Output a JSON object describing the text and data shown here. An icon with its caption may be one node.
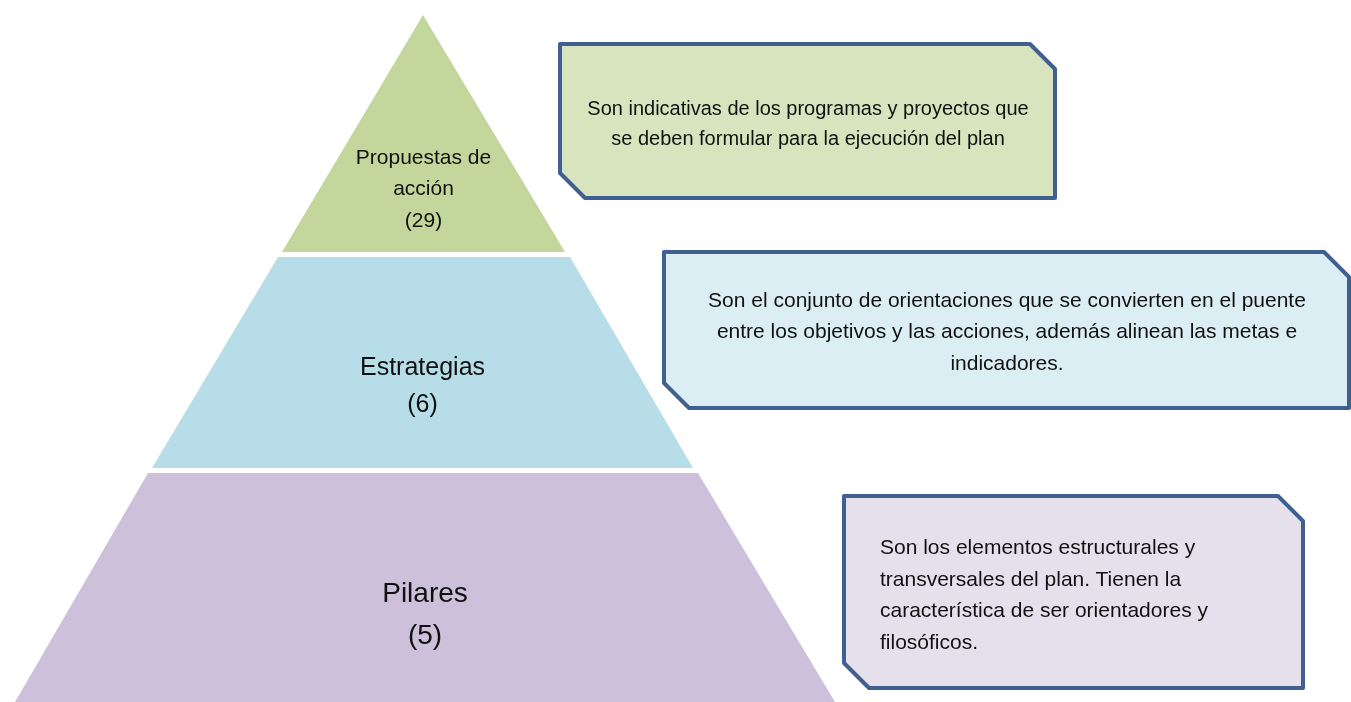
{
  "diagram": {
    "nodes": [
      {
        "text": [
          "Propuestas de acción",
          "(29)"
        ]
      },
      {
        "text": [
          "Estrategias",
          "(6)"
        ]
      },
      {
        "text": [
          "Pilares",
          "(5)"
        ]
      },
      {
        "text": [
          "Son indicativas de los programas y proyectos que se deben formular para la ejecución del plan"
        ]
      },
      {
        "text": [
          "Son el conjunto de orientaciones que se convierten en el puente entre los objetivos y las acciones, además alinean las metas e indicadores."
        ]
      },
      {
        "text": [
          "Son los elementos estructurales y transversales del plan. Tienen la característica de ser orientadores y filosóficos."
        ]
      }
    ]
  }
}
